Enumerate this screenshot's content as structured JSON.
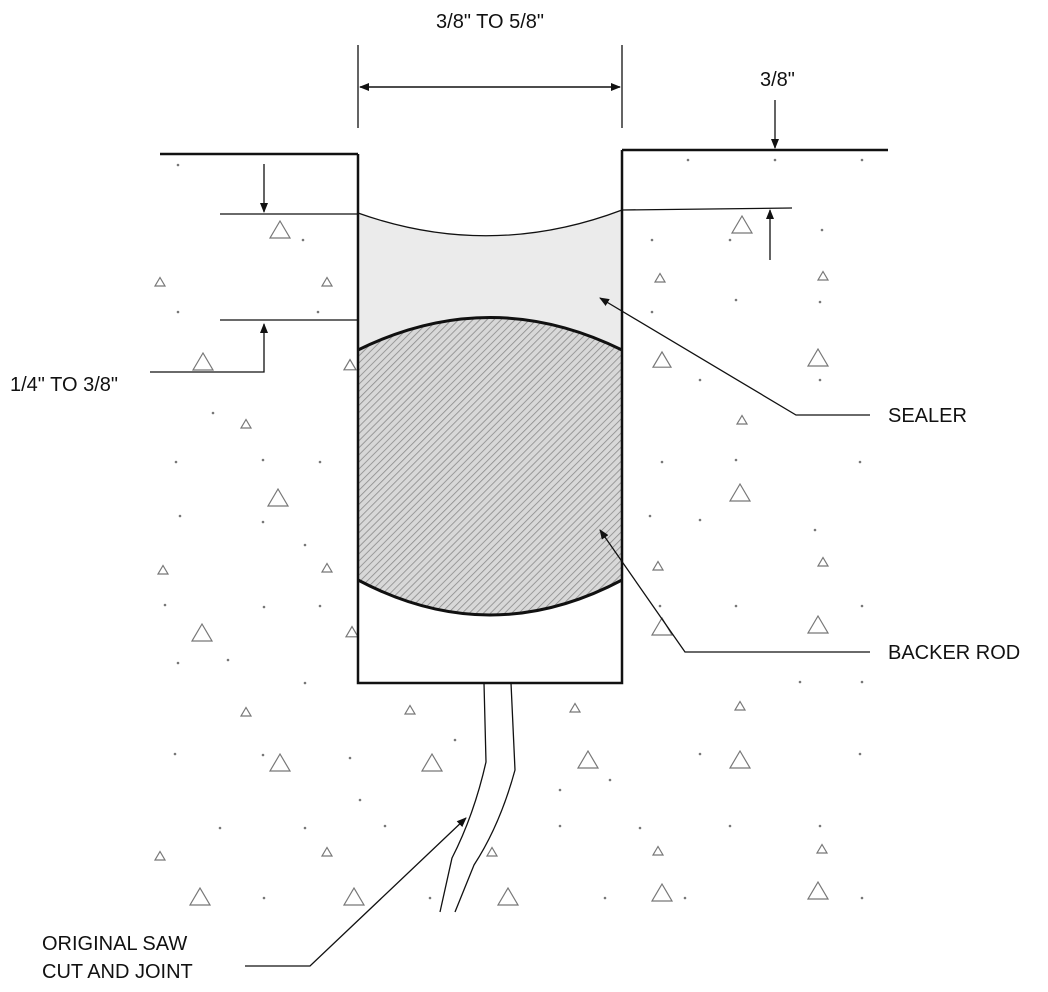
{
  "labels": {
    "top_width": "3/8\" TO 5/8\"",
    "recess": "3/8\"",
    "rod_depth": "1/4\" TO 3/8\"",
    "sealer": "SEALER",
    "backer_rod": "BACKER ROD",
    "saw_cut_line1": "ORIGINAL SAW",
    "saw_cut_line2": "CUT AND JOINT"
  },
  "colors": {
    "line": "#111111",
    "sealer_fill": "#ebebeb",
    "rod_hatch": "#8a8a8a",
    "aggregate": "#777777"
  }
}
